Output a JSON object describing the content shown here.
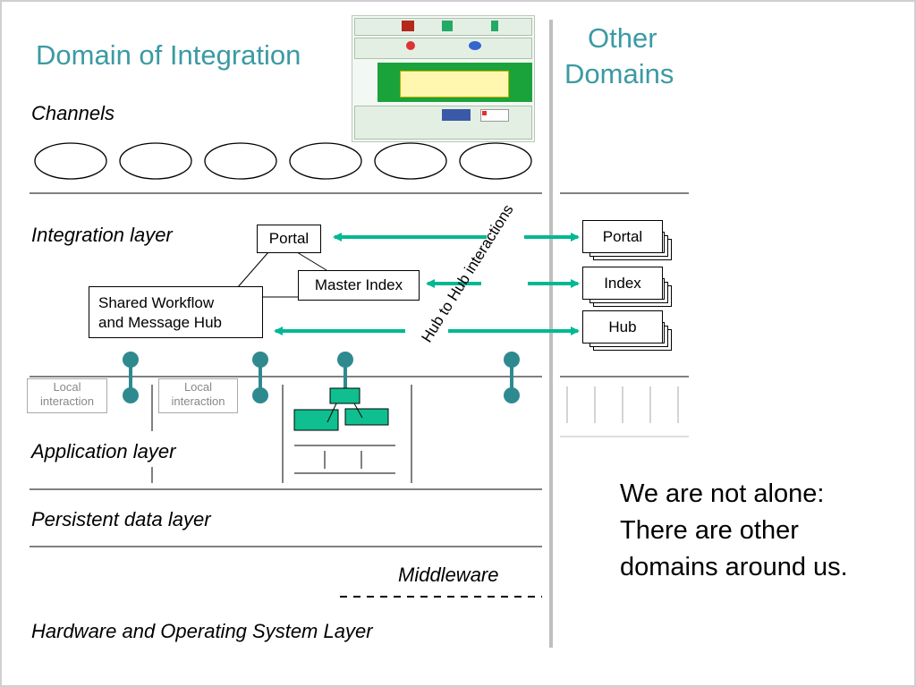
{
  "titles": {
    "domain": "Domain of Integration",
    "other_line1": "Other",
    "other_line2": "Domains"
  },
  "layers": {
    "channels": "Channels",
    "integration": "Integration layer",
    "application": "Application layer",
    "persistent": "Persistent data layer",
    "middleware": "Middleware",
    "hardware": "Hardware and Operating System Layer"
  },
  "boxes": {
    "portal": "Portal",
    "master_index": "Master Index",
    "shared_line1": "Shared Workflow",
    "shared_line2": "and Message Hub",
    "local1_line1": "Local",
    "local1_line2": "interaction",
    "local2_line1": "Local",
    "local2_line2": "interaction"
  },
  "other_boxes": {
    "portal": "Portal",
    "index": "Index",
    "hub": "Hub"
  },
  "diagonal_label": "Hub to Hub interactions",
  "note": {
    "line1": "We are not alone:",
    "line2": "There are other",
    "line3": "domains around us."
  },
  "colors": {
    "accent": "#3b9aa3",
    "arrow": "#00b894",
    "connector": "#2f8a8f",
    "app_box": "#0fbf8f"
  }
}
